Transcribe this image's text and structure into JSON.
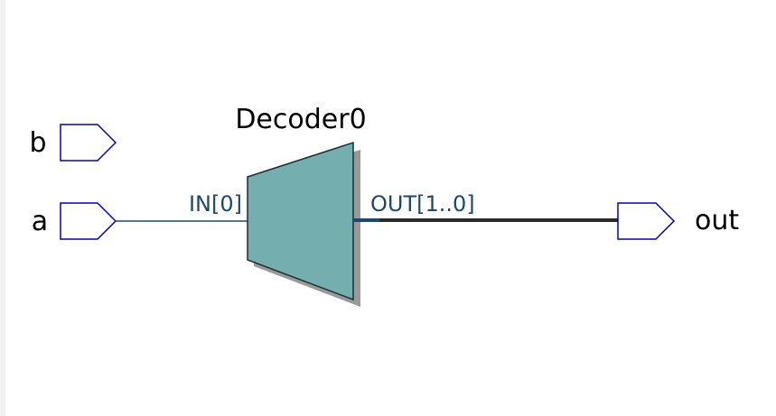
{
  "diagram": {
    "block_name": "Decoder0",
    "input_pin_label": "IN[0]",
    "output_pin_label": "OUT[1..0]",
    "ports": {
      "input_b": "b",
      "input_a": "a",
      "output_out": "out"
    }
  },
  "colors": {
    "port_outline": "#0000c8",
    "block_fill": "#74aeae",
    "block_outline": "#1a3030",
    "block_shadow": "#999999",
    "pin_label": "#1c4a6e",
    "wire_thin": "#1c4a6e",
    "bus_wire": "#2a2a2a"
  }
}
